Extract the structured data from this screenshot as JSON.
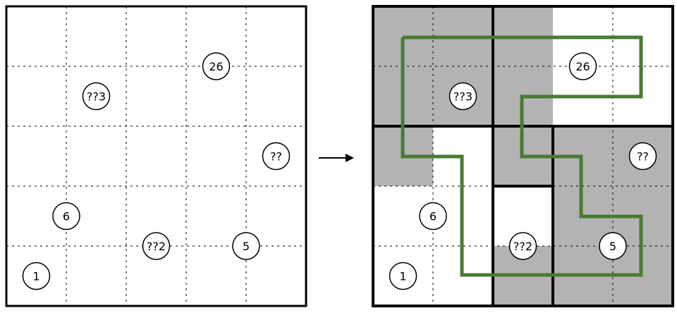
{
  "left_puzzle": {
    "clues": [
      {
        "label": "26",
        "col": 3.5,
        "row": 1.0
      },
      {
        "label": "??3",
        "col": 1.5,
        "row": 1.5
      },
      {
        "label": "??",
        "col": 4.5,
        "row": 2.5
      },
      {
        "label": "6",
        "col": 1.0,
        "row": 3.5
      },
      {
        "label": "??2",
        "col": 2.5,
        "row": 4.0
      },
      {
        "label": "5",
        "col": 4.0,
        "row": 4.0
      },
      {
        "label": "1",
        "col": 0.5,
        "row": 4.5
      }
    ]
  },
  "arrow": {
    "direction": "right"
  },
  "right_solution": {
    "shaded_color": "#b3b3b3",
    "loop_color": "#4a7a32",
    "clues": [
      {
        "label": "26",
        "col": 3.5,
        "row": 1.0
      },
      {
        "label": "??3",
        "col": 1.5,
        "row": 1.5
      },
      {
        "label": "??",
        "col": 4.5,
        "row": 2.5
      },
      {
        "label": "6",
        "col": 1.0,
        "row": 3.5
      },
      {
        "label": "??2",
        "col": 2.5,
        "row": 4.0
      },
      {
        "label": "5",
        "col": 4.0,
        "row": 4.0
      },
      {
        "label": "1",
        "col": 0.5,
        "row": 4.5
      }
    ]
  }
}
